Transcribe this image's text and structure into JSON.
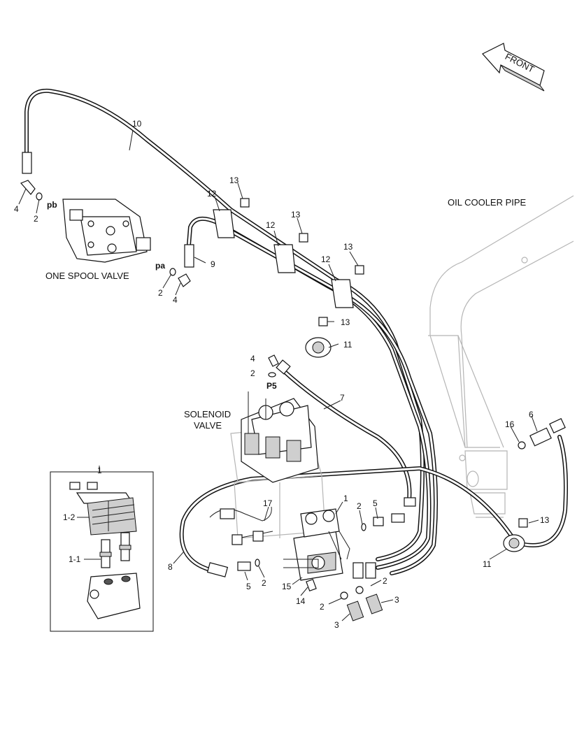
{
  "captions": {
    "front": "FRONT",
    "oil_cooler_pipe": "OIL COOLER PIPE",
    "one_spool_valve": "ONE SPOOL VALVE",
    "solenoid_valve_1": "SOLENOID",
    "solenoid_valve_2": "VALVE"
  },
  "ports": {
    "pb": "pb",
    "pa": "pa",
    "p5": "P5"
  },
  "callouts": {
    "c10": "10",
    "c4a": "4",
    "c2a": "2",
    "c9": "9",
    "c2b": "2",
    "c4b": "4",
    "c12a": "12",
    "c13a": "13",
    "c12b": "12",
    "c13b": "13",
    "c12c": "12",
    "c13c": "13",
    "c13d": "13",
    "c11a": "11",
    "c4c": "4",
    "c2c": "2",
    "c7": "7",
    "c6": "6",
    "c16": "16",
    "c1": "1",
    "c2d": "2",
    "c5a": "5",
    "c17": "17",
    "c8": "8",
    "c5b": "5",
    "c2e": "2",
    "c15": "15",
    "c14": "14",
    "c2f": "2",
    "c2g": "2",
    "c3a": "3",
    "c3b": "3",
    "c13e": "13",
    "c11b": "11"
  },
  "inset": {
    "title": "1",
    "c1_2": "1-2",
    "c1_1": "1-1"
  }
}
